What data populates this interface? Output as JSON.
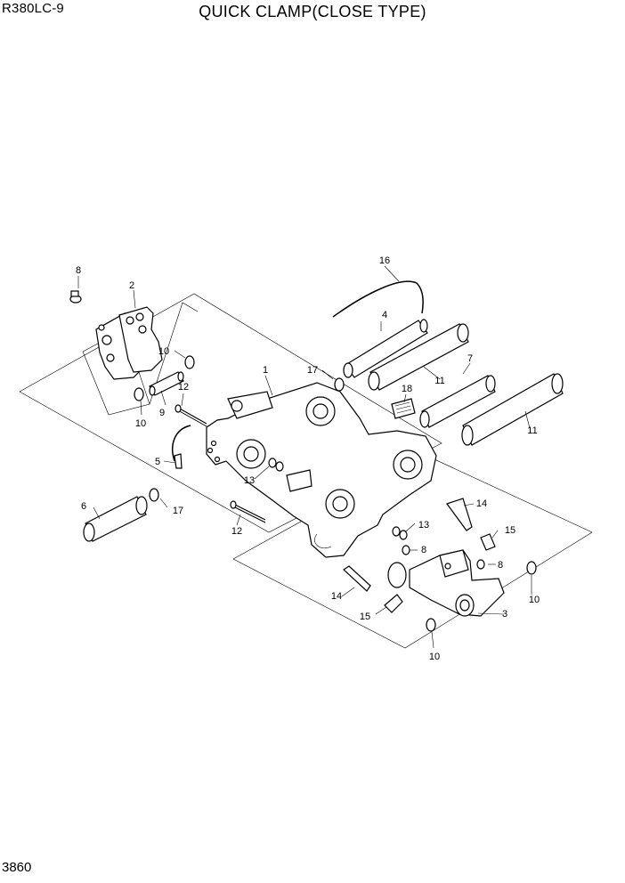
{
  "header": {
    "model": "R380LC-9",
    "title": "QUICK CLAMP(CLOSE TYPE)"
  },
  "footer": {
    "page_number": "3860"
  },
  "callouts": {
    "c1": "1",
    "c2": "2",
    "c3": "3",
    "c4": "4",
    "c5": "5",
    "c6": "6",
    "c7": "7",
    "c8a": "8",
    "c8b": "8",
    "c8c": "8",
    "c9": "9",
    "c10a": "10",
    "c10b": "10",
    "c10c": "10",
    "c10d": "10",
    "c11a": "11",
    "c11b": "11",
    "c12a": "12",
    "c12b": "12",
    "c13a": "13",
    "c13b": "13",
    "c14a": "14",
    "c14b": "14",
    "c15a": "15",
    "c15b": "15",
    "c16": "16",
    "c17a": "17",
    "c17b": "17",
    "c18": "18"
  }
}
